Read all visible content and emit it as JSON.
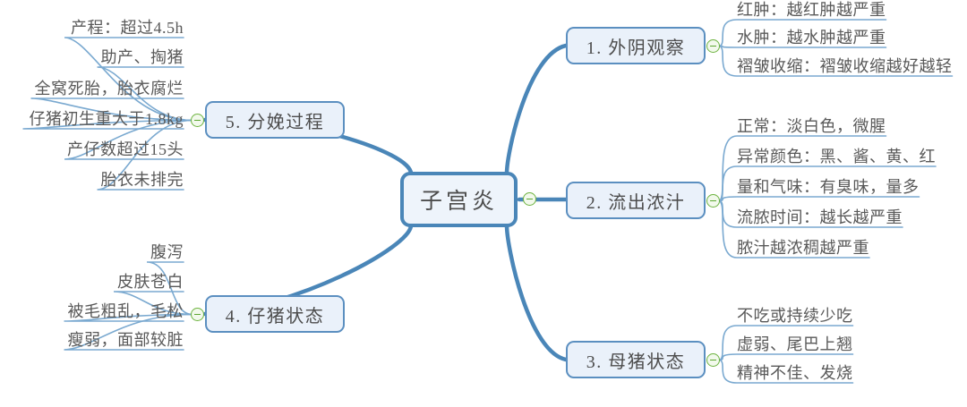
{
  "diagram": {
    "type": "mind-map",
    "title": "子宫炎",
    "colors": {
      "node_fill": "#eaf1fa",
      "node_border": "#5b8fc0",
      "root_border": "#4a86b8",
      "link": "#4a86b8",
      "leaf_underline": "#7aa9d0",
      "text": "#4d4d4d",
      "toggle_border": "#6db33f",
      "background": "#ffffff"
    },
    "root": {
      "label": "子宫炎",
      "toggle": "collapse-toggle"
    },
    "branches": [
      {
        "id": "branch-1",
        "label": "1. 外阴观察",
        "side": "right",
        "toggle": "collapse-toggle",
        "leaves": [
          "红肿：越红肿越严重",
          "水肿：越水肿越严重",
          "褶皱收缩：褶皱收缩越好越轻"
        ]
      },
      {
        "id": "branch-2",
        "label": "2. 流出浓汁",
        "side": "right",
        "toggle": "collapse-toggle",
        "leaves": [
          "正常：淡白色，微腥",
          "异常颜色：黑、酱、黄、红",
          "量和气味：有臭味，量多",
          "流脓时间：越长越严重",
          "脓汁越浓稠越严重"
        ]
      },
      {
        "id": "branch-3",
        "label": "3. 母猪状态",
        "side": "right",
        "toggle": "collapse-toggle",
        "leaves": [
          "不吃或持续少吃",
          "虚弱、尾巴上翘",
          "精神不佳、发烧"
        ]
      },
      {
        "id": "branch-4",
        "label": "4. 仔猪状态",
        "side": "left",
        "toggle": "collapse-toggle",
        "leaves": [
          "腹泻",
          "皮肤苍白",
          "被毛粗乱，毛松",
          "瘦弱，面部较脏"
        ]
      },
      {
        "id": "branch-5",
        "label": "5. 分娩过程",
        "side": "left",
        "toggle": "collapse-toggle",
        "leaves": [
          "产程：超过4.5h",
          "助产、掏猪",
          "全窝死胎，胎衣腐烂",
          "仔猪初生重大于1.8kg",
          "产仔数超过15头",
          "胎衣未排完"
        ]
      }
    ]
  }
}
